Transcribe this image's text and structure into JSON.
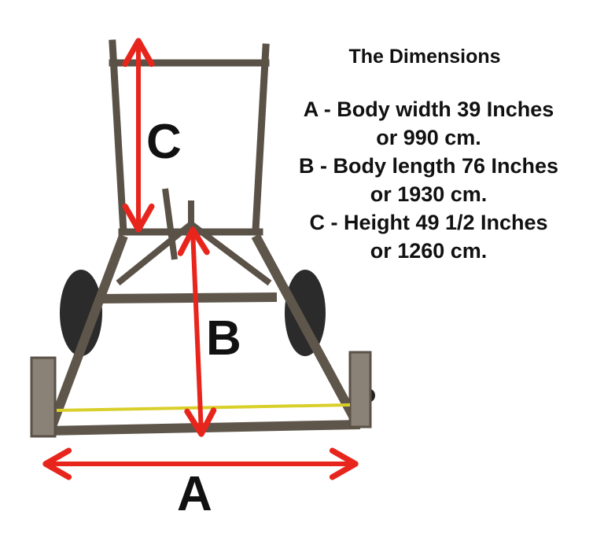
{
  "heading": "The Dimensions",
  "specs": [
    {
      "line1": "A - Body width 39 Inches",
      "line2": "or 990 cm."
    },
    {
      "line1": "B - Body length 76 Inches",
      "line2": "or 1930 cm."
    },
    {
      "line1": "C - Height 49 1/2 Inches",
      "line2": "or 1260 cm."
    }
  ],
  "labels": {
    "a": "A",
    "b": "B",
    "c": "C"
  },
  "colors": {
    "arrow": "#e8251c",
    "frame": "#5a5147",
    "tire": "#2b2b2b",
    "tape": "#d9cf2a"
  }
}
